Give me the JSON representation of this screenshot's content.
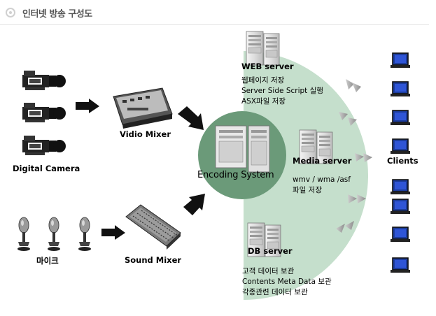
{
  "header": {
    "title": "인터넷 방송 구성도"
  },
  "inputs": {
    "camera_label": "Digital Camera",
    "mic_label": "마이크",
    "video_mixer_label": "Vidio Mixer",
    "sound_mixer_label": "Sound Mixer"
  },
  "encoding": {
    "label": "Encoding System"
  },
  "servers": {
    "web": {
      "label": "WEB server",
      "lines": [
        "웹페이지 저장",
        "Server Side Script 실행",
        "ASX파일 저장"
      ]
    },
    "media": {
      "label": "Media server",
      "lines": [
        "wmv / wma  /asf",
        "파일 저장"
      ]
    },
    "db": {
      "label": "DB server",
      "lines": [
        "고객 데이터 보관",
        "Contents Meta Data 보관",
        "각종관련 데이터 보관"
      ]
    }
  },
  "clients": {
    "label": "Clients",
    "count": 8
  },
  "colors": {
    "circle": "#c5dfcc",
    "encoding_circle": "#6b9a79"
  }
}
